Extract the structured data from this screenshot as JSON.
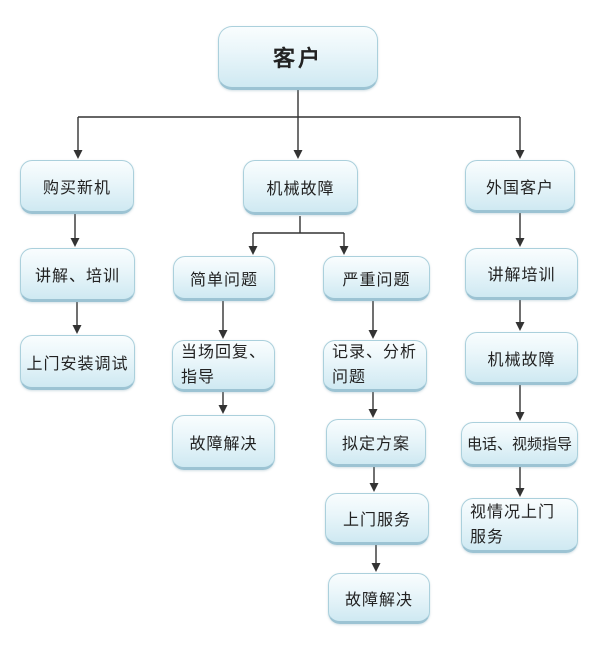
{
  "diagram": {
    "type": "flowchart",
    "background": "#ffffff",
    "colors": {
      "node_fill_top": "#f9fdfe",
      "node_fill_bottom": "#cfe9f2",
      "node_border": "#abd0dc",
      "node_border_bottom": "#9cc3d3",
      "connector": "#333333",
      "text": "#222222"
    },
    "nodes": {
      "customer": "客户",
      "buy_new_machine": "购买新机",
      "mechanical_failure": "机械故障",
      "foreign_customer": "外国客户",
      "explain_training": "讲解、培训",
      "onsite_install_debug": "上门安装调试",
      "simple_problem": "简单问题",
      "serious_problem": "严重问题",
      "onspot_reply_guidance": "当场回复、指导",
      "fault_resolved_left": "故障解决",
      "record_analyze_problem": "记录、分析问题",
      "draft_plan": "拟定方案",
      "onsite_service": "上门服务",
      "fault_resolved_mid": "故障解决",
      "explain_training_right": "讲解培训",
      "mechanical_failure_right": "机械故障",
      "phone_video_guidance": "电话、视频指导",
      "onsite_as_needed": "视情况上门服务"
    },
    "edges": [
      [
        "customer",
        "buy_new_machine"
      ],
      [
        "customer",
        "mechanical_failure"
      ],
      [
        "customer",
        "foreign_customer"
      ],
      [
        "buy_new_machine",
        "explain_training"
      ],
      [
        "explain_training",
        "onsite_install_debug"
      ],
      [
        "mechanical_failure",
        "simple_problem"
      ],
      [
        "mechanical_failure",
        "serious_problem"
      ],
      [
        "simple_problem",
        "onspot_reply_guidance"
      ],
      [
        "onspot_reply_guidance",
        "fault_resolved_left"
      ],
      [
        "serious_problem",
        "record_analyze_problem"
      ],
      [
        "record_analyze_problem",
        "draft_plan"
      ],
      [
        "draft_plan",
        "onsite_service"
      ],
      [
        "onsite_service",
        "fault_resolved_mid"
      ],
      [
        "foreign_customer",
        "explain_training_right"
      ],
      [
        "explain_training_right",
        "mechanical_failure_right"
      ],
      [
        "mechanical_failure_right",
        "phone_video_guidance"
      ],
      [
        "phone_video_guidance",
        "onsite_as_needed"
      ]
    ]
  }
}
